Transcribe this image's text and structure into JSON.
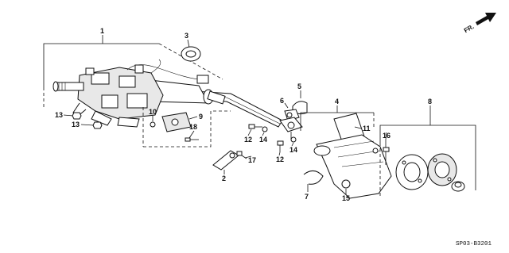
{
  "diagram": {
    "code": "SP03-B3201",
    "direction": "FR.",
    "callouts": [
      "1",
      "3",
      "5",
      "6",
      "4",
      "8",
      "9",
      "10",
      "11",
      "12",
      "12",
      "13",
      "13",
      "14",
      "14",
      "15",
      "16",
      "17",
      "18",
      "7",
      "2"
    ]
  }
}
